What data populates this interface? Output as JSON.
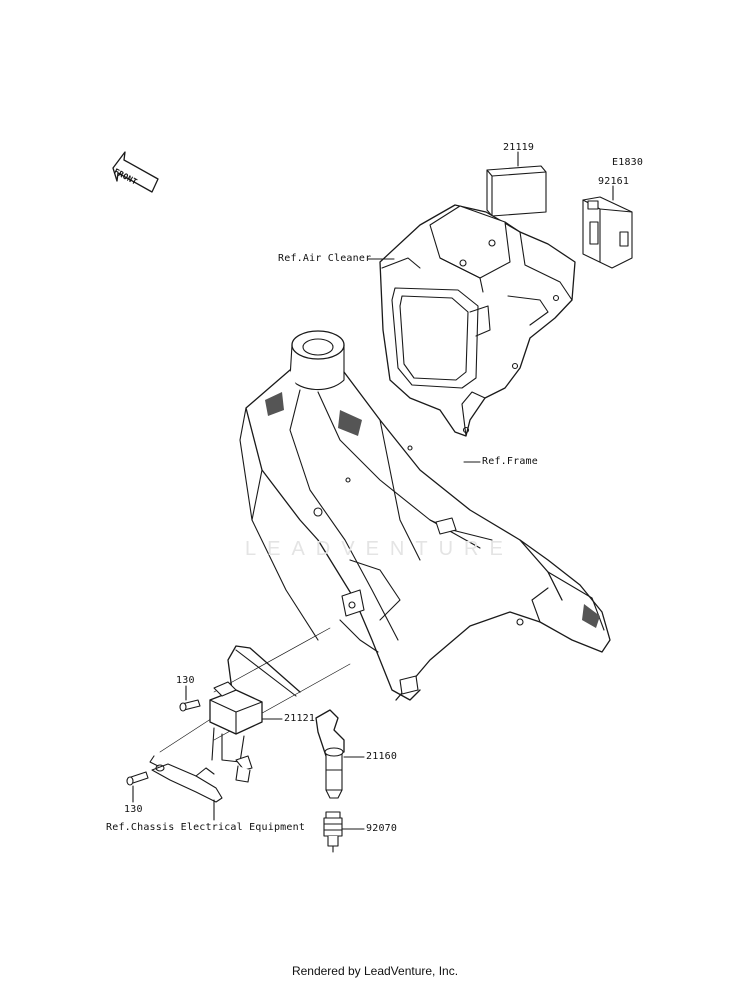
{
  "diagram_code": "E1830",
  "front_arrow_label": "FRONT",
  "watermark": "LEADVENTURE",
  "callouts": {
    "p21119": "21119",
    "p92161": "92161",
    "ref_air_cleaner": "Ref.Air Cleaner",
    "ref_frame": "Ref.Frame",
    "p130_top": "130",
    "p21121": "21121",
    "p21160": "21160",
    "p130_bottom": "130",
    "ref_chassis": "Ref.Chassis Electrical Equipment",
    "p92070": "92070"
  },
  "footer": "Rendered by LeadVenture, Inc.",
  "colors": {
    "line": "#1a1a1a",
    "shade": "#555555",
    "watermark": "#e4e4e4"
  }
}
